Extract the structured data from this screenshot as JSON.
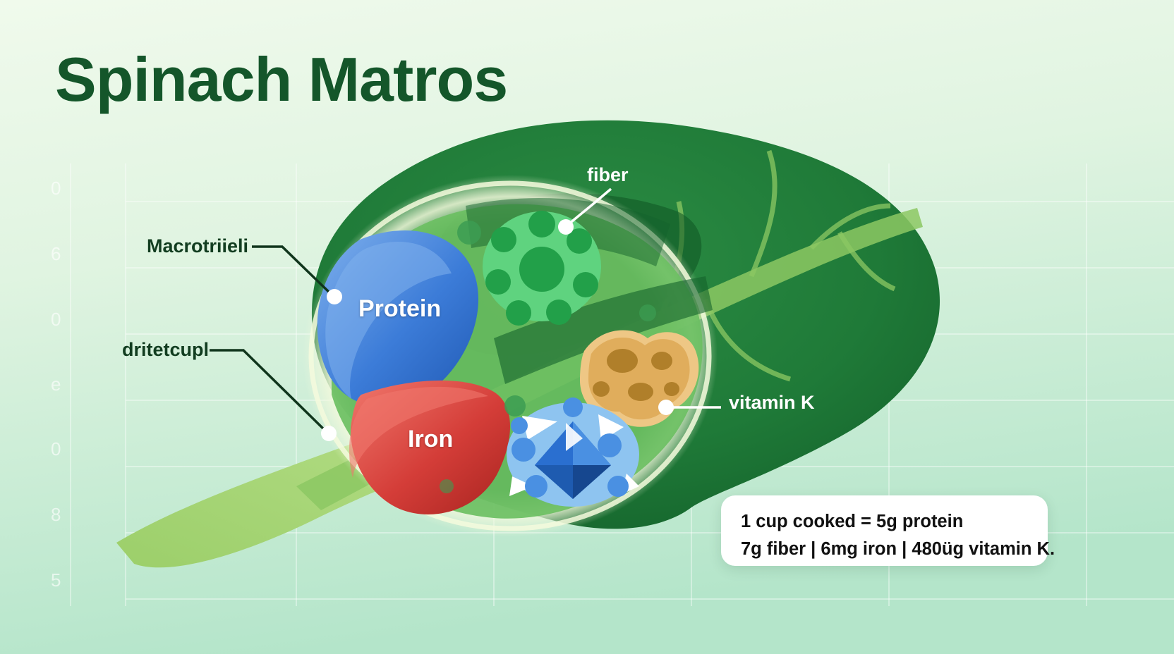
{
  "poster": {
    "title": "Spinach Matros",
    "background_top": "#eef8ea",
    "background_bottom": "#b6e6cb",
    "title_color": "#14562a"
  },
  "callouts": {
    "macronutrient": {
      "label": "Macrotriieli",
      "color": "#123d20",
      "style": "dark-left"
    },
    "dietary": {
      "label": "dritetcupl",
      "color": "#123d20",
      "style": "dark-left"
    },
    "fiber": {
      "label": "fiber",
      "color": "#ffffff",
      "style": "white-right"
    },
    "vitamin_k": {
      "label": "vitamin K",
      "color": "#ffffff",
      "style": "white-right"
    }
  },
  "blobs": {
    "protein": {
      "label": "Protein",
      "color": "#2f6fd0",
      "accent": "#6ea2e8"
    },
    "iron": {
      "label": "Iron",
      "color": "#c9302c",
      "accent": "#ef6a5f"
    },
    "fiber": {
      "label": "",
      "color": "#5fd37f",
      "accent": "#25a047"
    },
    "vitamin_k": {
      "label": "",
      "color": "#8ec4f0",
      "accent": "#1f63c4"
    },
    "mineral": {
      "label": "",
      "color": "#e9bf72",
      "accent": "#b07f2a"
    }
  },
  "info_card": {
    "line1": "1 cup cooked = 5g protein",
    "line2": "7g fiber | 6mg iron | 480üg vitamin K.",
    "background": "#ffffff",
    "text_color": "#111111"
  },
  "axis_glyphs": [
    "0",
    "6",
    "0",
    "e",
    "0",
    "8",
    "5"
  ],
  "leaf": {
    "body_color": "#1f7a38",
    "dark_color": "#135c28",
    "stem_color": "#a7d672",
    "vein_color": "#8cc863"
  }
}
